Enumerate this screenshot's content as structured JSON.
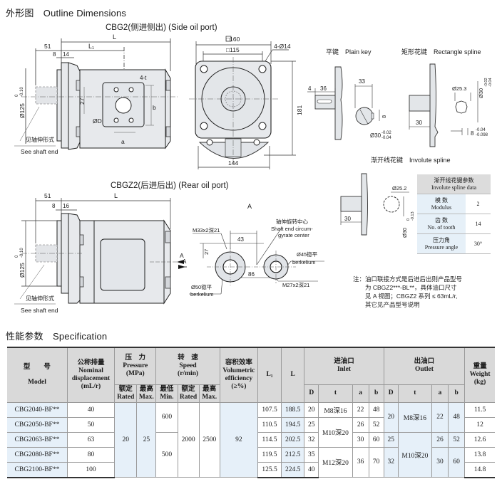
{
  "headings": {
    "outline": "外形图　Outline Dimensions",
    "side_port": "CBG2(侧进侧出) (Side oil port)",
    "rear_port": "CBGZ2(后进后出) (Rear oil port)",
    "specification": "性能参数　Specification"
  },
  "side_view": {
    "dim_L": "L",
    "dim_L1": "L₁",
    "dim_51": "51",
    "dim_8": "8",
    "dim_14": "14",
    "dim_dia125": "Ø125",
    "tol_upper": "0",
    "tol_lower": "-0.10",
    "dim_27": "27",
    "dim_b": "b",
    "dim_a": "a",
    "dim_D": "ØD",
    "holes": "4-t",
    "shaft_note_cn": "见轴伸形式",
    "shaft_note_en": "See shaft end"
  },
  "front_view": {
    "sq160": "□160",
    "sq115": "□115",
    "holes": "4-Ø14",
    "height": "181",
    "width": "144"
  },
  "shaft_ends": {
    "plain_key": {
      "title": "平键　Plain key",
      "dim_4": "4",
      "dim_36": "36",
      "dim_33": "33",
      "dim_8": "8",
      "dia": "Ø30",
      "tol_upper": "-0.02",
      "tol_lower": "-0.04"
    },
    "rect_spline": {
      "title": "矩形花键　Rectangle spline",
      "dim_30": "30",
      "dia_inner": "Ø25.3",
      "dia_outer": "Ø30",
      "dia_tol_upper": "-0.02",
      "dia_tol_lower": "-0.04",
      "width": "8",
      "w_tol_upper": "-0.04",
      "w_tol_lower": "-0.098"
    },
    "involute_spline": {
      "title": "渐开线花键　Involute spline",
      "dim_30": "30",
      "dia_inner": "Ø25.2",
      "dia_outer": "Ø30",
      "tol_upper": "0",
      "tol_lower": "-0.13"
    }
  },
  "spline_data": {
    "header_cn": "渐开线花键参数",
    "header_en": "Involute  spline data",
    "rows": [
      {
        "cn": "模 数",
        "en": "Modulus",
        "value": "2"
      },
      {
        "cn": "齿 数",
        "en": "No. of tooth",
        "value": "14"
      },
      {
        "cn": "压力角",
        "en": "Pressure angle",
        "value": "30°"
      }
    ]
  },
  "rear_view": {
    "dim_51": "51",
    "dim_8": "8",
    "dim_16": "16",
    "dim_L": "L",
    "dim_dia125": "Ø125",
    "tol_upper": "0",
    "tol_lower": "-0.10",
    "arrow_label": "A",
    "shaft_note_cn": "见轴伸形式",
    "shaft_note_en": "See shaft end"
  },
  "view_a": {
    "title": "A",
    "center_cn": "轴伸旋转中心",
    "center_en1": "Shaft end circum-",
    "center_en2": "gyrate center",
    "m33": "M33x2深21",
    "dim_43": "43",
    "dim_27": "27",
    "spot50": "Ø50锪平",
    "spot50_en": "berkelium",
    "spot45": "Ø45锪平",
    "spot45_en": "berkelium",
    "m27": "M27x2深21",
    "dim_86": "86",
    "arrow": "A"
  },
  "note": {
    "lines": [
      "注：油口联接方式是后进后出则产品型号",
      "　　为 CBGZ2***-BL**，具体油口尺寸",
      "　　见 A 视图；CBGZ2 系列 ≤ 63mL/r,",
      "　　其它见产品型号说明"
    ]
  },
  "spec_table": {
    "headers": {
      "model_cn": "型　　号",
      "model_en": "Model",
      "disp_cn": "公称排量",
      "disp_en1": "Nominal",
      "disp_en2": "displacement",
      "disp_unit": "(mL/r)",
      "pressure_cn": "压　力",
      "pressure_en": "Pressure",
      "pressure_unit": "(MPa)",
      "speed_cn": "转　速",
      "speed_en": "Speed",
      "speed_unit": "(r/min)",
      "eff_cn": "容积效率",
      "eff_en1": "Volumetric",
      "eff_en2": "efficiency",
      "eff_unit": "(≥%)",
      "L1": "L₁",
      "L": "L",
      "inlet_cn": "进油口",
      "inlet_en": "Inlet",
      "outlet_cn": "出油口",
      "outlet_en": "Outlet",
      "weight_cn": "重量",
      "weight_en": "Weight",
      "weight_unit": "(kg)",
      "rated_cn": "额定",
      "rated_en": "Rated",
      "max_cn": "最高",
      "max_en": "Max.",
      "min_cn": "最低",
      "min_en": "Min.",
      "D": "D",
      "t": "t",
      "a": "a",
      "b": "b"
    },
    "rows": [
      {
        "model": "CBG2040-BF**",
        "disp": "40",
        "L1": "107.5",
        "L": "188.5",
        "in_D": "20",
        "in_t": "M8深16",
        "in_a": "22",
        "in_b": "48",
        "weight": "11.5"
      },
      {
        "model": "CBG2050-BF**",
        "disp": "50",
        "L1": "110.5",
        "L": "194.5",
        "in_D": "25",
        "in_a": "26",
        "in_b": "52",
        "weight": "12"
      },
      {
        "model": "CBG2063-BF**",
        "disp": "63",
        "L1": "114.5",
        "L": "202.5",
        "in_D": "32",
        "in_a": "30",
        "in_b": "60",
        "weight": "12.6"
      },
      {
        "model": "CBG2080-BF**",
        "disp": "80",
        "L1": "119.5",
        "L": "212.5",
        "in_D": "35",
        "weight": "13.8"
      },
      {
        "model": "CBG2100-BF**",
        "disp": "100",
        "L1": "125.5",
        "L": "224.5",
        "in_D": "40",
        "weight": "14.8"
      }
    ],
    "merged": {
      "pressure_rated": "20",
      "pressure_max": "25",
      "speed_min_a": "600",
      "speed_min_b": "500",
      "speed_rated": "2000",
      "speed_max": "2500",
      "efficiency": "92",
      "in_t_m10": "M10深20",
      "in_t_m12": "M12深20",
      "in_a_80_100": "36",
      "in_b_80_100": "70",
      "out_D_a": "20",
      "out_D_b": "25",
      "out_D_c": "32",
      "out_t_a": "M8深16",
      "out_t_b": "M10深20",
      "out_a_a": "22",
      "out_b_a": "48",
      "out_a_b": "26",
      "out_b_b": "52",
      "out_a_c": "30",
      "out_b_c": "60"
    }
  }
}
